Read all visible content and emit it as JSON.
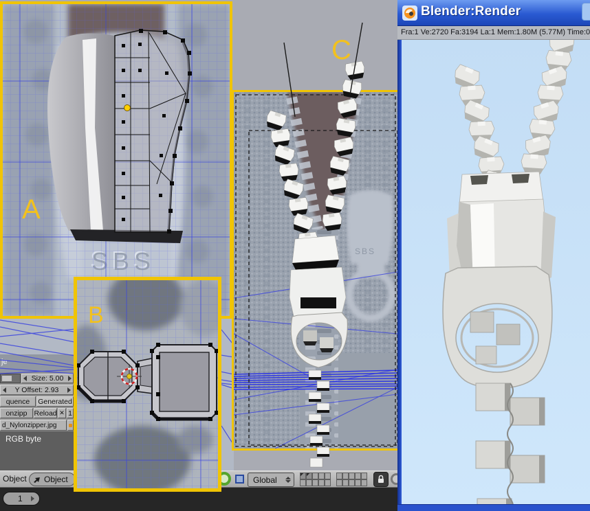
{
  "labels": {
    "a": "A",
    "b": "B",
    "c": "C"
  },
  "reference": {
    "sbs": "SBS",
    "sbs_small": "SBS"
  },
  "render_window": {
    "title": "Blender:Render",
    "stats": "Fra:1   Ve:2720 Fa:3194 La:1  Mem:1.80M (5.77M) Time:0"
  },
  "texture_panel": {
    "header_fragment": "je",
    "size_label": "Size: 5.00",
    "offset_label": "Y Offset: 2.93",
    "sequence_button": "quence",
    "generated_button": "Generated",
    "image_name": "onzipp",
    "reload_button": "Reload",
    "close_button": "✕",
    "users_count": "1",
    "filename": "d_Nylonzipper.jpg",
    "format_info": "RGB byte"
  },
  "viewport_header": {
    "object_menu": "Object",
    "mode_label": "Object",
    "orientation": "Global"
  },
  "timeline": {
    "frame": "1"
  },
  "colors": {
    "accent_yellow": "#f0c404",
    "window_blue": "#2a52cc",
    "render_bg": "#cde4f9"
  }
}
